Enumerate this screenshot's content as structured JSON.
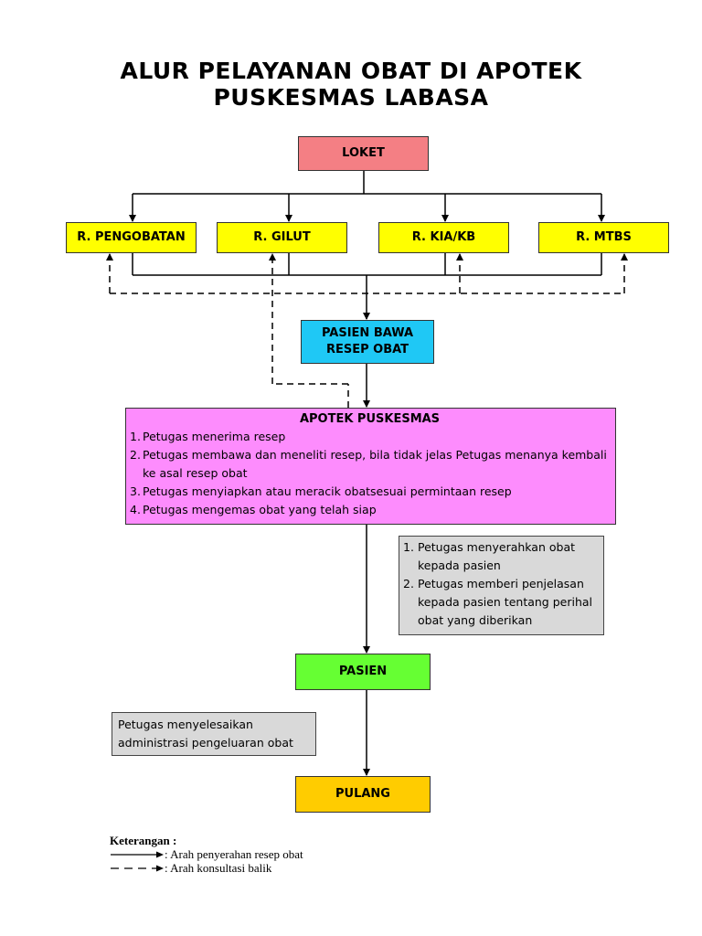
{
  "title": {
    "line1": "ALUR PELAYANAN OBAT DI APOTEK",
    "line2": "PUSKESMAS LABASA"
  },
  "nodes": {
    "loket": "LOKET",
    "rooms": [
      "R. PENGOBATAN",
      "R. GILUT",
      "R. KIA/KB",
      "R. MTBS"
    ],
    "pasien_bawa": {
      "line1": "PASIEN BAWA",
      "line2": "RESEP OBAT"
    },
    "apotek": {
      "title": "APOTEK PUSKESMAS",
      "steps": [
        {
          "num": "1.",
          "text": "Petugas menerima resep"
        },
        {
          "num": "2.",
          "text": "Petugas membawa dan meneliti resep, bila tidak jelas Petugas menanya kembali ke asal resep obat"
        },
        {
          "num": "3.",
          "text": "Petugas menyiapkan atau meracik obatsesuai permintaan resep"
        },
        {
          "num": "4.",
          "text": "Petugas mengemas obat yang telah siap"
        }
      ]
    },
    "pasien": "PASIEN",
    "pulang": "PULANG"
  },
  "notes": {
    "handover": [
      {
        "num": "1.",
        "text": "Petugas menyerahkan obat kepada pasien"
      },
      {
        "num": "2.",
        "text": "Petugas memberi penjelasan kepada pasien tentang perihal obat yang diberikan"
      }
    ],
    "admin": "Petugas menyelesaikan administrasi pengeluaran obat"
  },
  "legend": {
    "title": "Keterangan :",
    "solid": ": Arah penyerahan resep obat",
    "dashed": ": Arah konsultasi balik"
  }
}
